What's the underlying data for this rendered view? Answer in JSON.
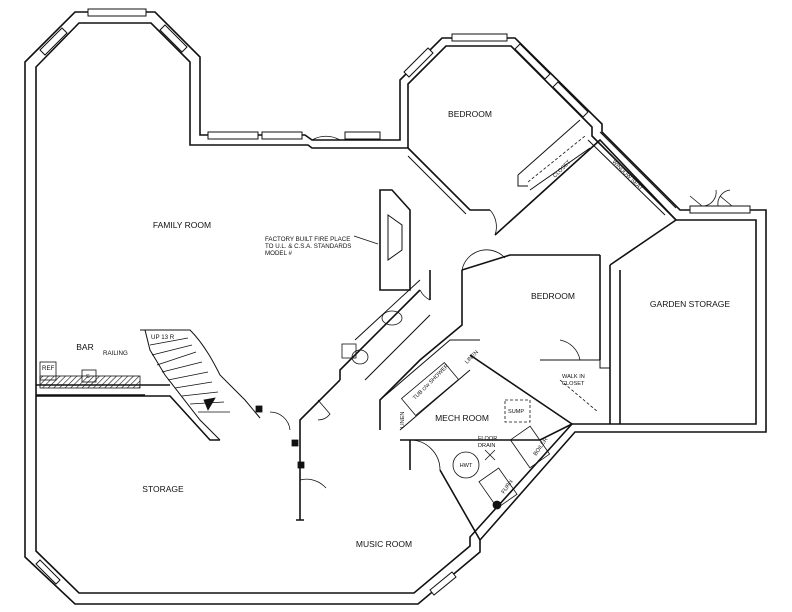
{
  "rooms": {
    "family_room": "FAMILY ROOM",
    "bedroom_upper": "BEDROOM",
    "bedroom_lower": "BEDROOM",
    "garden_storage": "GARDEN STORAGE",
    "bar": "BAR",
    "storage": "STORAGE",
    "mech_room": "MECH ROOM",
    "music_room": "MUSIC ROOM"
  },
  "fixtures": {
    "fireplace_note": [
      "FACTORY BUILT FIRE PLACE",
      "TO U.L. & C.S.A. STANDARDS",
      "MODEL #"
    ],
    "railing": "RAILING",
    "stair": "UP 13 R",
    "ref": "REF",
    "sink": "S",
    "closet": "CLOSET",
    "window_seat": "WINDOW SEAT",
    "walk_in_closet": [
      "WALK IN",
      "CLOSET"
    ],
    "linen_left": "LINEN",
    "linen_right": "LINEN",
    "shower": "TUB c/w SHOWER",
    "sump": "SUMP",
    "floor_drain": [
      "FLOOR",
      "DRAIN"
    ],
    "hwt": "HWT",
    "furn": "FURN",
    "boiler": "BOILER"
  }
}
